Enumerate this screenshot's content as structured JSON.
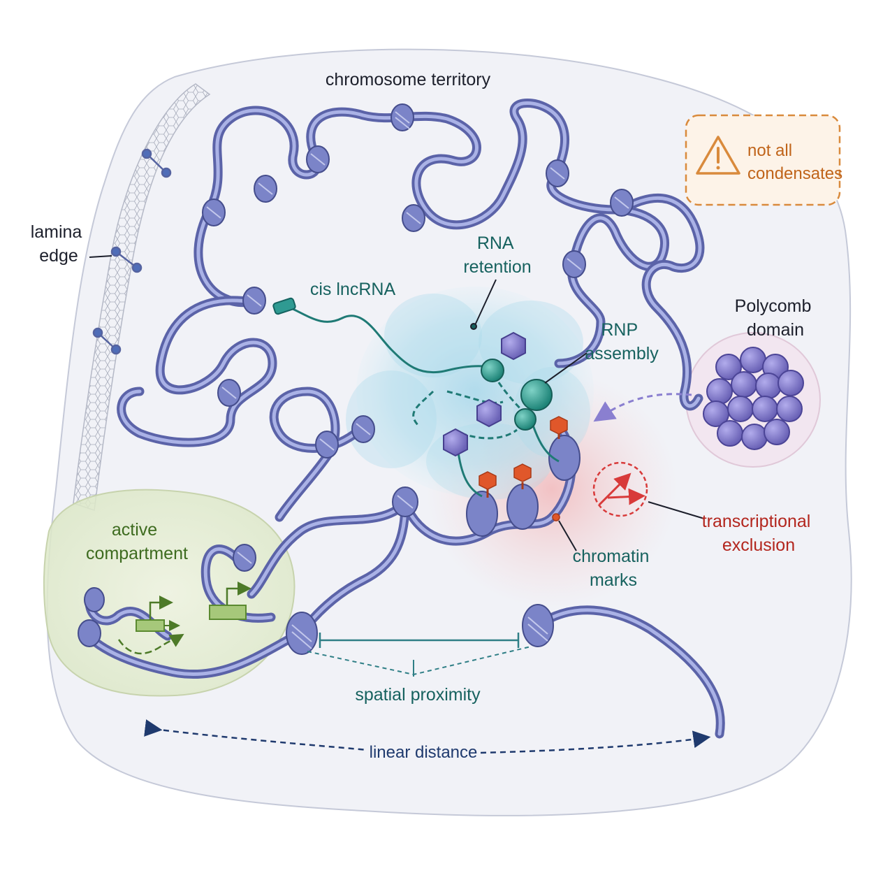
{
  "labels": {
    "chromosome_territory": "chromosome territory",
    "lamina_edge": [
      "lamina",
      "edge"
    ],
    "rna_retention": [
      "RNA",
      "retention"
    ],
    "cis_lncrna": "cis lncRNA",
    "rnp_assembly": [
      "RNP",
      "assembly"
    ],
    "polycomb_domain": [
      "Polycomb",
      "domain"
    ],
    "not_all_condensates": [
      "not all",
      "condensates"
    ],
    "transcriptional_exclusion": [
      "transcriptional",
      "exclusion"
    ],
    "chromatin_marks": [
      "chromatin",
      "marks"
    ],
    "active_compartment": [
      "active",
      "compartment"
    ],
    "spatial_proximity": "spatial proximity",
    "linear_distance": "linear distance"
  },
  "colors": {
    "chromatin": "#5b63a8",
    "chromatin_highlight": "#aab2e6",
    "lncrna": "#1f7a75",
    "condensate": "#9fd3e6",
    "polycomb": "#7a72c4",
    "chromatin_mark": "#e0572a",
    "exclusion": "#d83a3a",
    "warning": "#d98a3c",
    "active": "#6a9a3a"
  },
  "icons": {
    "warning": "warning-triangle-icon",
    "exclusion": "blocked-arrow-icon",
    "gene_arrow": "transcription-start-arrow-icon"
  }
}
